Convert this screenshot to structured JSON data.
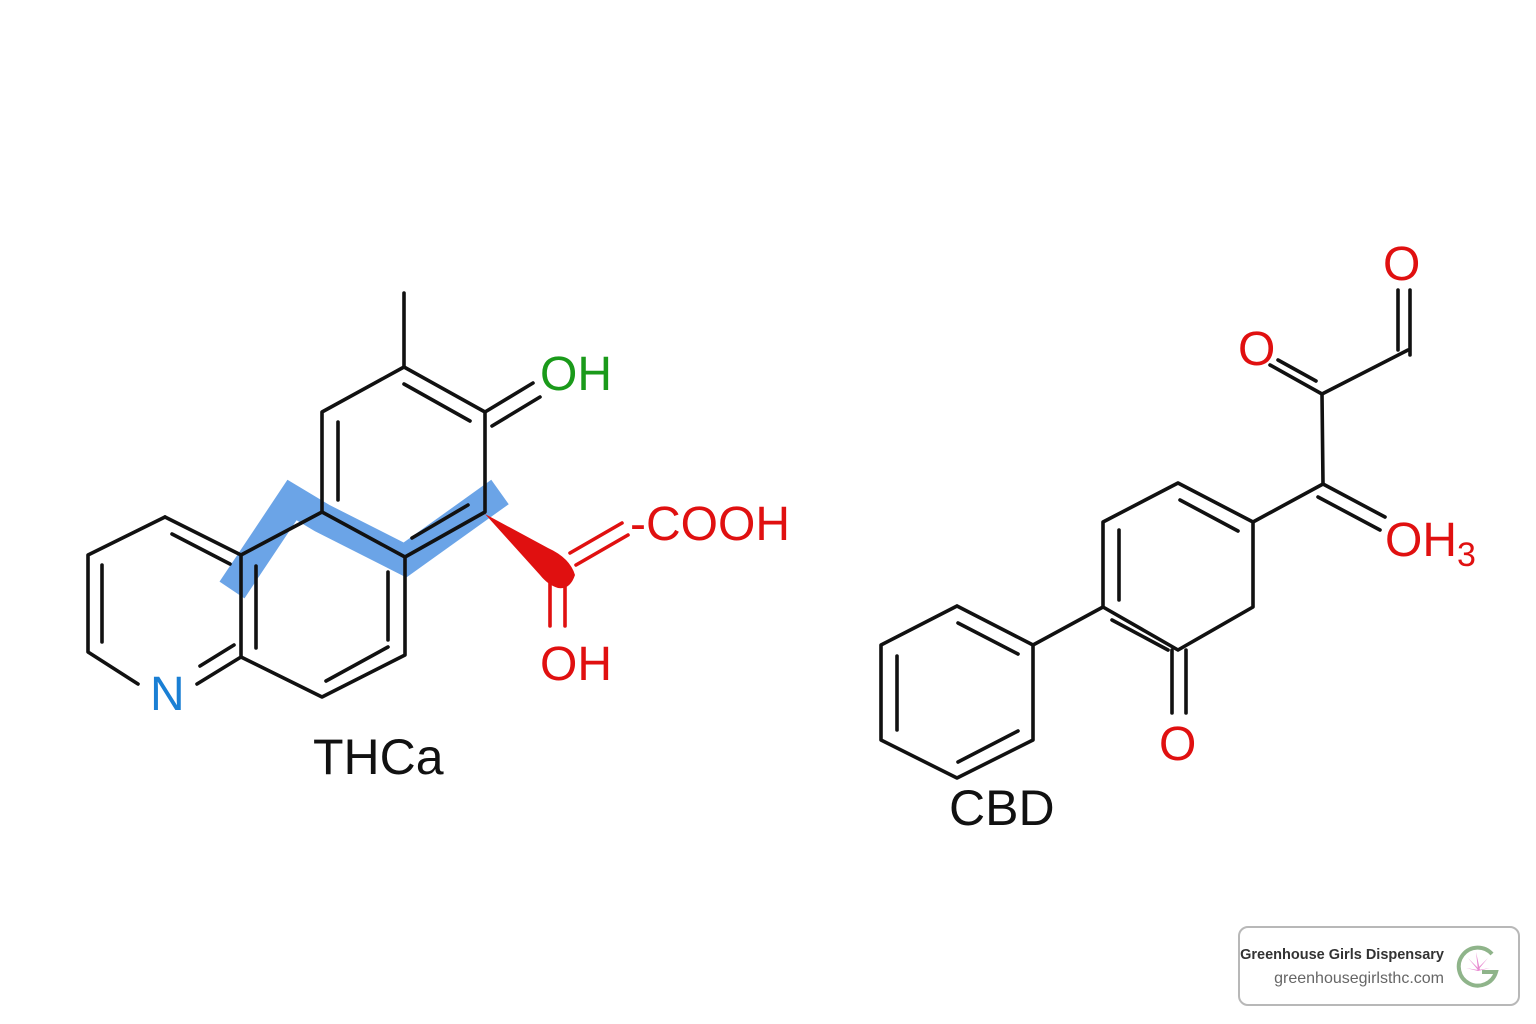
{
  "molecules": [
    {
      "name": "THCa",
      "labels": {
        "hydroxyl_top": "OH",
        "carboxyl": "-COOH",
        "hydroxyl_bottom": "OH",
        "nitrogen": "N"
      },
      "colors": {
        "hydroxyl_top": "#1a9a1a",
        "carboxyl": "#e01010",
        "nitrogen": "#1a7fd4",
        "highlight": "#4a90e2"
      }
    },
    {
      "name": "CBD",
      "labels": {
        "oxygen_top": "O",
        "oxygen_mid": "O",
        "oh3": "OH",
        "oh3_subscript": "3",
        "oxygen_bottom": "O"
      },
      "colors": {
        "oxygen": "#e01010"
      }
    }
  ],
  "brand": {
    "name": "Greenhouse Girls Dispensary",
    "url": "greenhousegirlsthc.com",
    "logo_icon": "cannabis-leaf-g-logo",
    "colors": {
      "green": "#8fb48a",
      "pink": "#e88ad0"
    }
  }
}
